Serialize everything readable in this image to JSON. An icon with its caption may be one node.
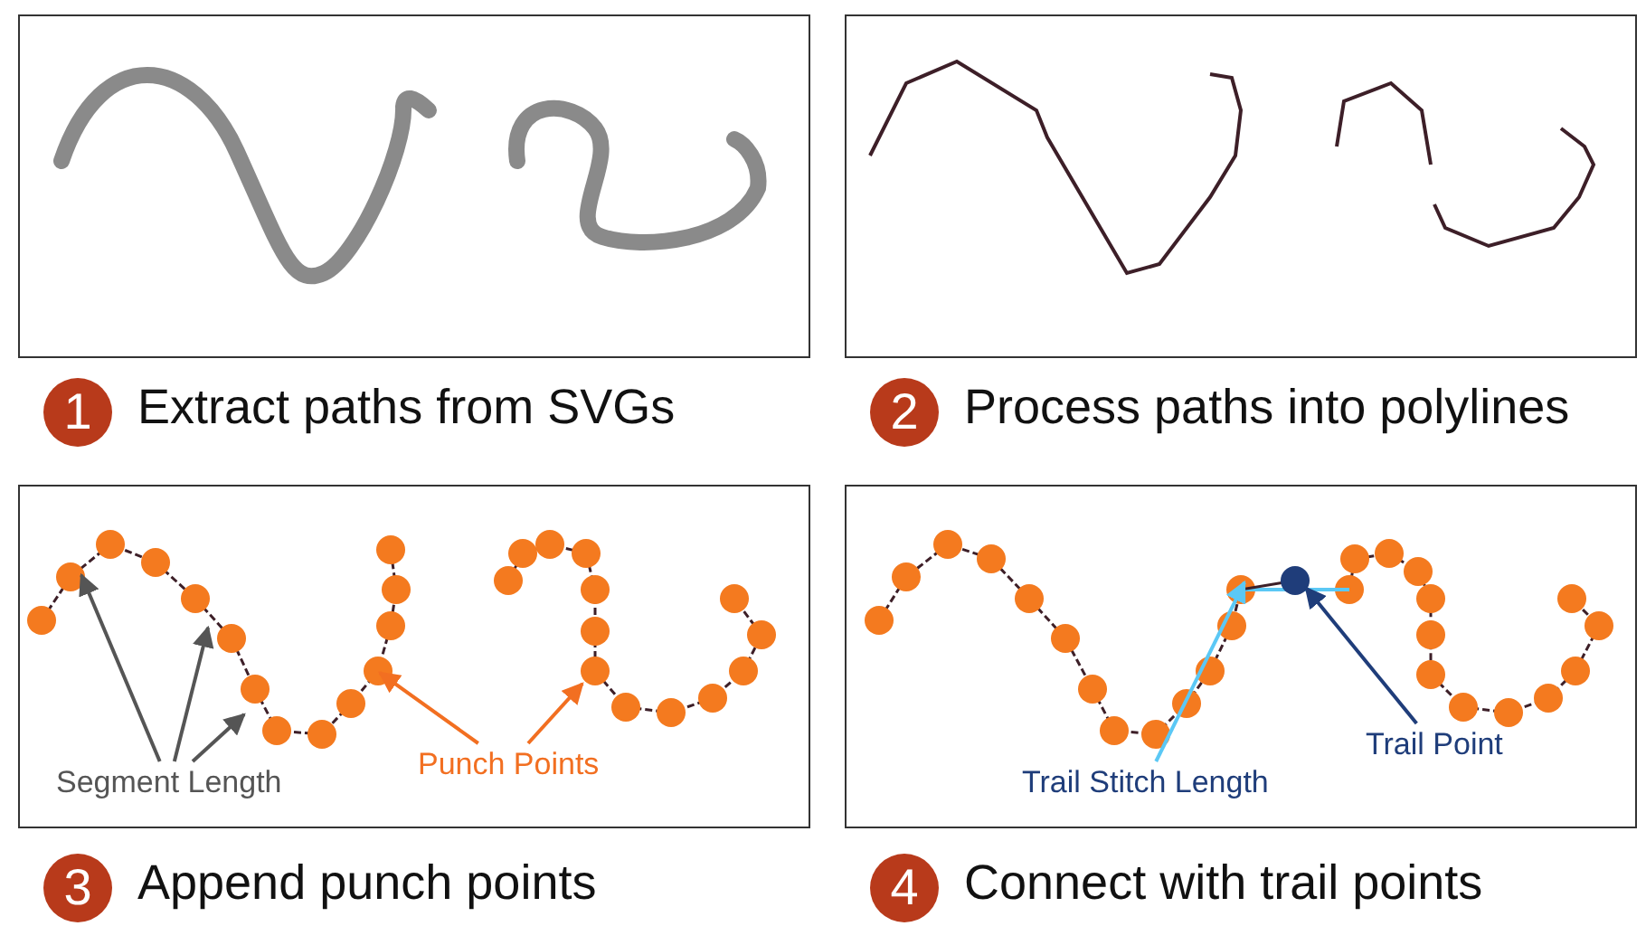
{
  "diagram": {
    "nodes": [
      {
        "text": [],
        "shape": "box"
      },
      {
        "text": [],
        "shape": "box"
      },
      {
        "text": [
          "1"
        ],
        "beside": [
          "Extract paths from SVGs"
        ]
      },
      {
        "text": [
          "2"
        ],
        "beside": [
          "Process paths into polylines"
        ]
      },
      {
        "text": [],
        "shape": "box"
      },
      {
        "text": [
          "Segment Length"
        ],
        "in": 4
      },
      {
        "text": [
          "Punch Points"
        ],
        "in": 4
      },
      {
        "text": [],
        "shape": "box"
      },
      {
        "text": [
          "Trail Stitch Length"
        ],
        "in": 7
      },
      {
        "text": [
          "Trail Point"
        ],
        "in": 7
      },
      {
        "text": [
          "3"
        ],
        "beside": [
          "Append punch points"
        ]
      },
      {
        "text": [
          "4"
        ],
        "beside": [
          "Connect with trail points"
        ]
      }
    ],
    "edges": [
      {
        "from": 5,
        "to": null,
        "arrow": "to"
      },
      {
        "from": 5,
        "to": null,
        "arrow": "to"
      },
      {
        "from": 5,
        "to": null,
        "arrow": "to"
      },
      {
        "from": 6,
        "to": null,
        "arrow": "to",
        "color": "#f26f21"
      },
      {
        "from": 6,
        "to": null,
        "arrow": "to",
        "color": "#f26f21"
      },
      {
        "from": 8,
        "to": null,
        "arrow": "to",
        "color": "#5bc8f5"
      },
      {
        "from": 9,
        "to": null,
        "arrow": "to",
        "color": "#1f3d7a"
      }
    ]
  }
}
